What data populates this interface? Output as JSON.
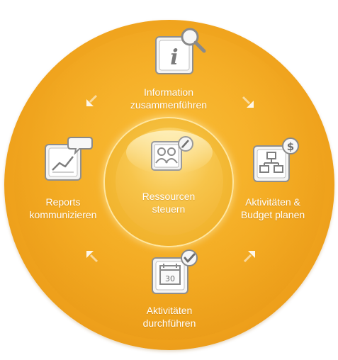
{
  "diagram": {
    "center": {
      "line1": "Ressourcen",
      "line2": "steuern",
      "icon": "people-board-icon"
    },
    "nodes": [
      {
        "id": "top",
        "line1": "Information",
        "line2": "zusammenführen",
        "icon": "info-magnifier-icon"
      },
      {
        "id": "right",
        "line1": "Aktivitäten &",
        "line2": "Budget planen",
        "icon": "org-chart-dollar-icon"
      },
      {
        "id": "bottom",
        "line1": "Aktivitäten",
        "line2": "durchführen",
        "icon": "calendar-check-icon",
        "calendar_day": "30"
      },
      {
        "id": "left",
        "line1": "Reports",
        "line2": "kommunizieren",
        "icon": "chart-speech-icon"
      }
    ],
    "colors": {
      "ring": "#f3aa22",
      "center": "#f7c44a",
      "label": "#ffffff",
      "icon_frame": "#8a8a8a"
    }
  }
}
